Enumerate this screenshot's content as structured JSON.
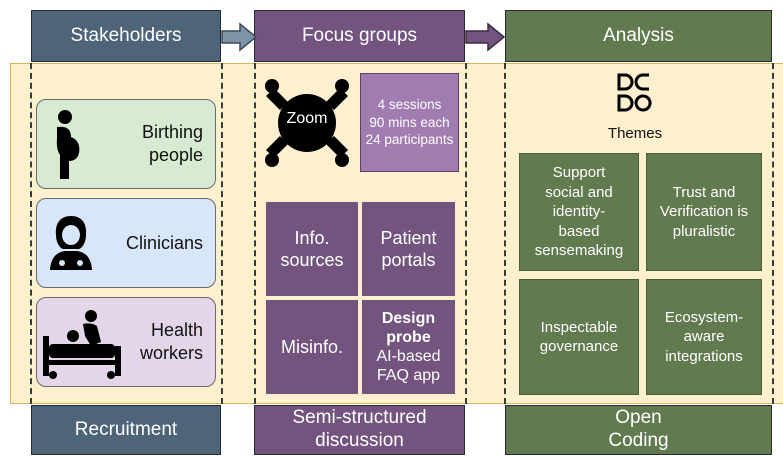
{
  "columns": {
    "stakeholders": {
      "header": "Stakeholders",
      "footer": "Recruitment"
    },
    "focus_groups": {
      "header": "Focus groups",
      "footer_line1": "Semi-structured",
      "footer_line2": "discussion"
    },
    "analysis": {
      "header": "Analysis",
      "footer_line1": "Open",
      "footer_line2": "Coding"
    }
  },
  "stakeholders": [
    {
      "line1": "Birthing",
      "line2": "people",
      "bg": "#d8ead1"
    },
    {
      "line1": "Clinicians",
      "bg": "#d7e6f8"
    },
    {
      "line1": "Health",
      "line2": "workers",
      "bg": "#e2d6e8"
    }
  ],
  "focus": {
    "zoom_label": "Zoom",
    "sessions": [
      "4 sessions",
      "90 mins each",
      "24 participants"
    ],
    "tiles": {
      "info": [
        "Info.",
        "sources"
      ],
      "portals": [
        "Patient",
        "portals"
      ],
      "misinfo": "Misinfo.",
      "probe_bold": [
        "Design",
        "probe"
      ],
      "probe_rest": [
        "AI-based",
        "FAQ app"
      ]
    }
  },
  "analysis": {
    "themes_label": "Themes",
    "themes": [
      [
        "Support",
        "social and",
        "identity-",
        "based",
        "sensemaking"
      ],
      [
        "Trust and",
        "Verification is",
        "pluralistic"
      ],
      [
        "Inspectable",
        "governance"
      ],
      [
        "Ecosystem-",
        "aware",
        "integrations"
      ]
    ]
  },
  "colors": {
    "slate": "#4e6478",
    "plum": "#72547e",
    "olive": "#627a4f",
    "band": "#fdf0cf"
  },
  "icons": [
    "pregnant-person-icon",
    "doctor-icon",
    "hospital-bed-icon",
    "meeting-people-icon",
    "themes-grid-icon",
    "arrow-right-icon"
  ]
}
